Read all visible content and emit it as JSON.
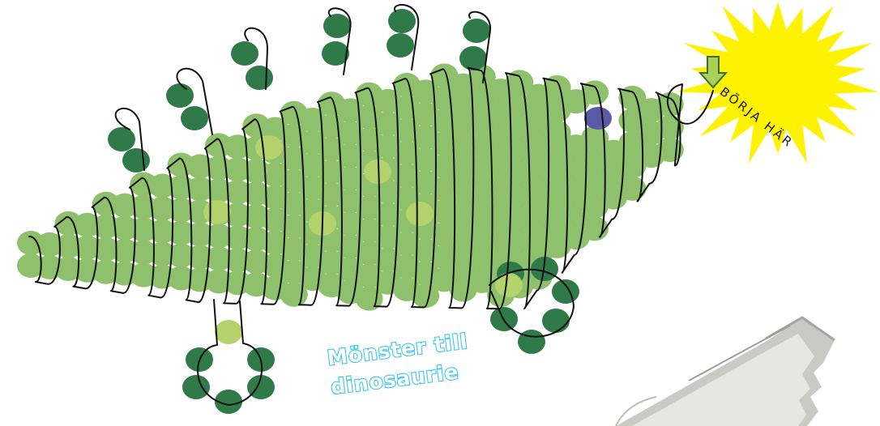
{
  "caption": {
    "line1": "Mönster till",
    "line2": "dinosaurie"
  },
  "start_badge": {
    "label": "BÖRJA HÄR",
    "arrow_icon": "down-arrow-icon"
  },
  "colors": {
    "body_bead": "#8fc16c",
    "accent_bead": "#b5d36c",
    "dark_bead": "#2f7a48",
    "eye_bead": "#5b5aa6",
    "starburst": "#fff200",
    "arrow": "#a9d15a",
    "thread": "#111111",
    "caption_outline": "#38c6f0"
  },
  "icons": [
    "down-arrow-icon",
    "key-icon",
    "starburst-icon"
  ]
}
